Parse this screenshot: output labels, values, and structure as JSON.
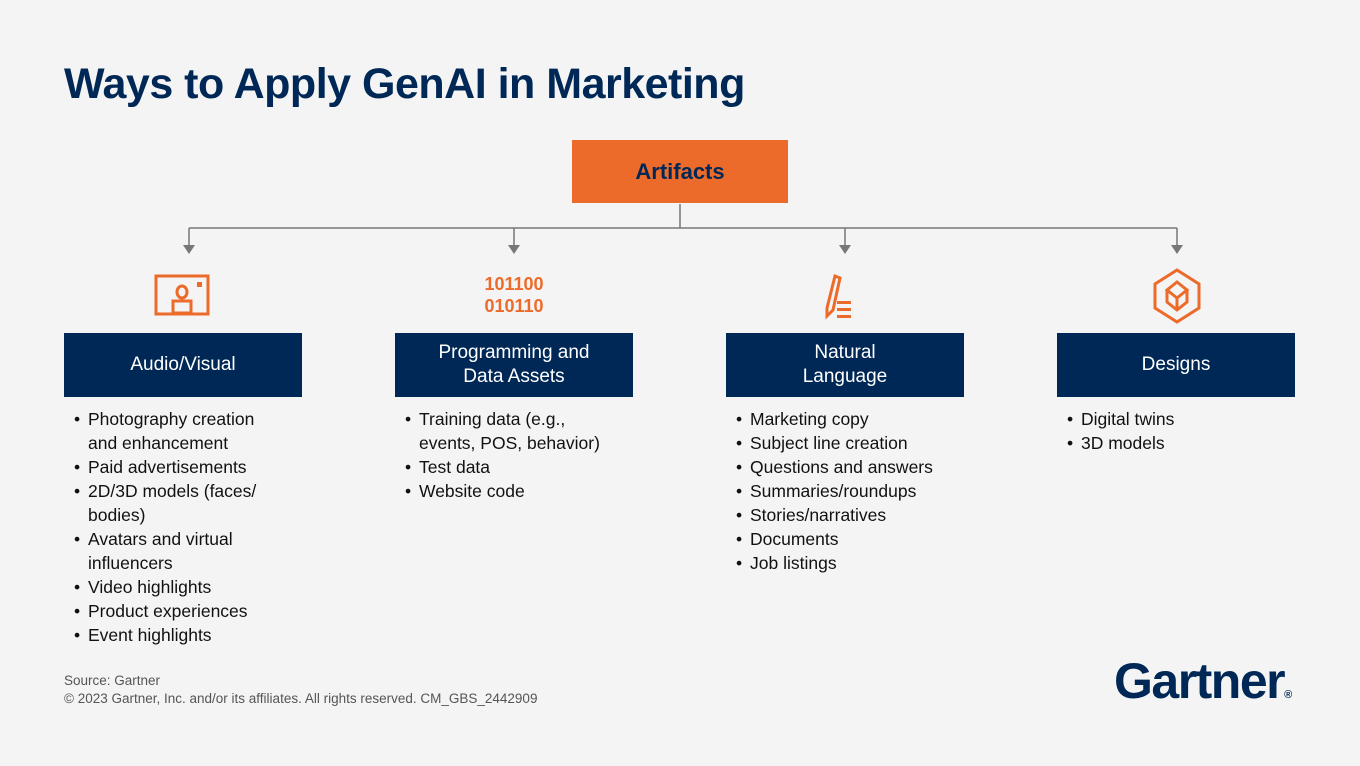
{
  "title": "Ways to Apply GenAI in Marketing",
  "root": "Artifacts",
  "colors": {
    "navy": "#002856",
    "orange": "#ed6b2a",
    "background": "#f4f4f4"
  },
  "columns": [
    {
      "icon": "photo-portrait-icon",
      "label": "Audio/Visual",
      "items": [
        "Photography creation and enhancement",
        "Paid advertisements",
        "2D/3D models (faces/ bodies)",
        "Avatars and virtual influencers",
        "Video highlights",
        "Product experiences",
        "Event highlights"
      ]
    },
    {
      "icon": "binary-code-icon",
      "label": "Programming and Data Assets",
      "items": [
        "Training data (e.g., events, POS, behavior)",
        "Test data",
        "Website code"
      ]
    },
    {
      "icon": "pencil-text-icon",
      "label": "Natural Language",
      "items": [
        "Marketing copy",
        "Subject line creation",
        "Questions and answers",
        "Summaries/roundups",
        "Stories/narratives",
        "Documents",
        "Job listings"
      ]
    },
    {
      "icon": "cube-icon",
      "label": "Designs",
      "items": [
        "Digital twins",
        "3D models"
      ]
    }
  ],
  "footer": {
    "source": "Source: Gartner",
    "copyright": "© 2023 Gartner, Inc. and/or its affiliates. All rights reserved. CM_GBS_2442909"
  },
  "logo": "Gartner"
}
